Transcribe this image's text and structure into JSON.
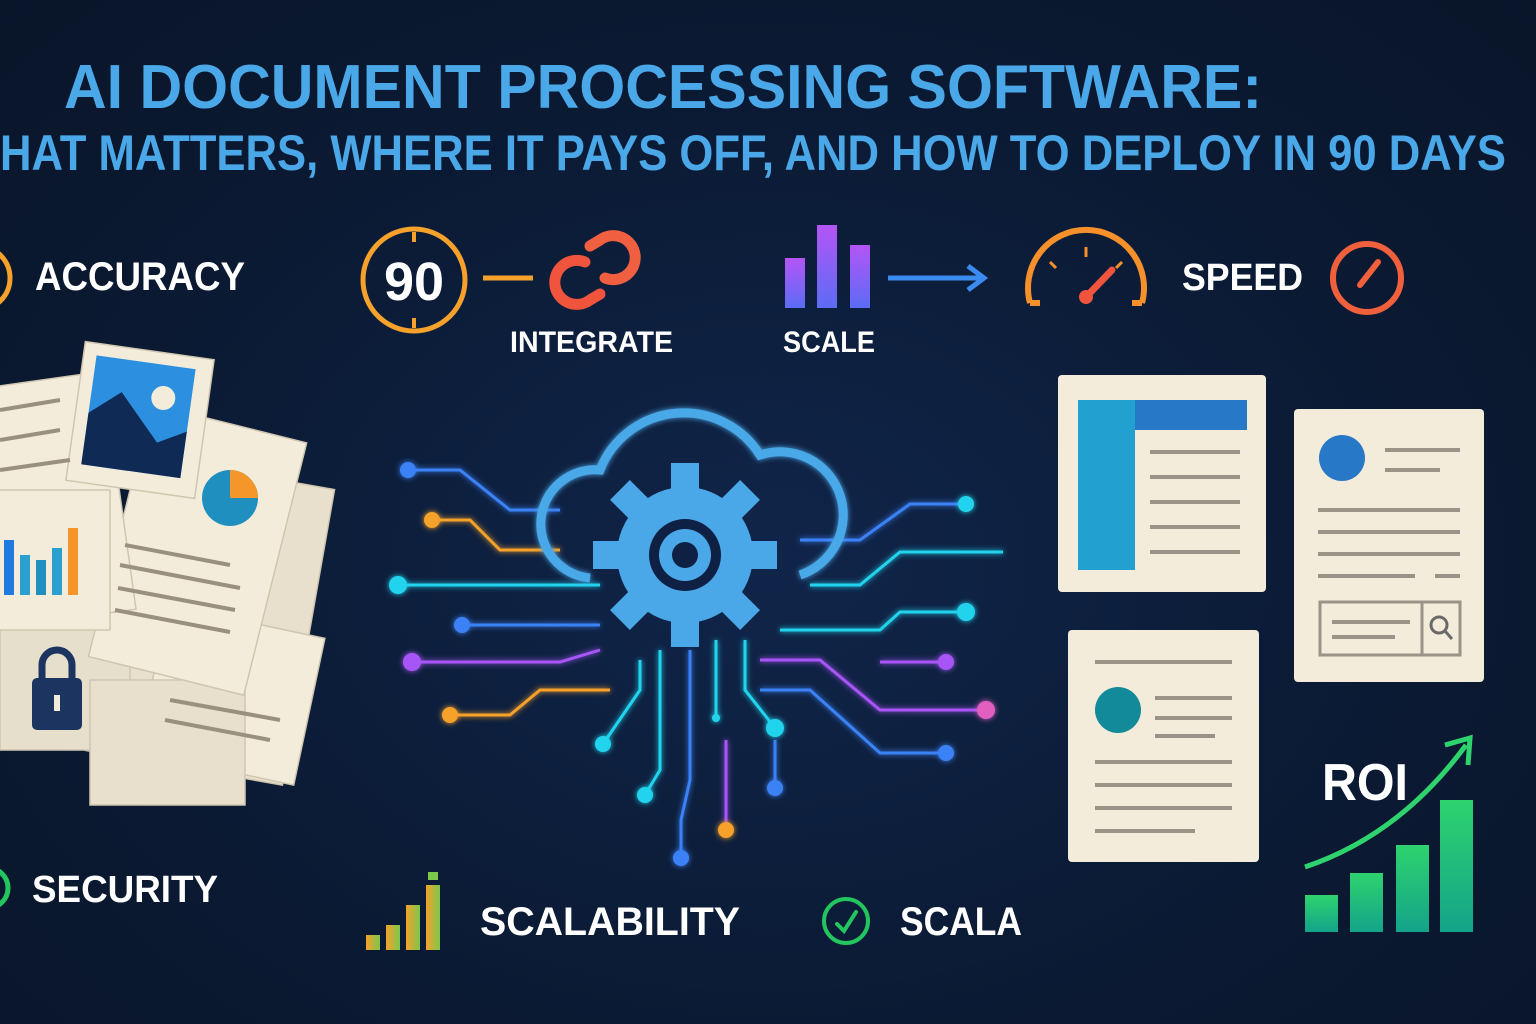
{
  "title": {
    "line1": "AI DOCUMENT PROCESSING SOFTWARE:",
    "line2": "HAT MATTERS, WHERE IT PAYS OFF, AND HOW TO DEPLOY IN 90 DAYS"
  },
  "top_row": {
    "accuracy": "ACCURACY",
    "days_badge": "90",
    "integrate": "INTEGRATE",
    "scale": "SCALE",
    "speed": "SPEED"
  },
  "bottom_row": {
    "security": "SECURITY",
    "scalability": "SCALABILITY",
    "scala": "SCALA"
  },
  "roi": {
    "label": "ROI"
  },
  "colors": {
    "background": "#0b1a33",
    "title": "#4aa8e8",
    "orange": "#f5a12b",
    "red": "#f0543c",
    "purple": "#a855f7",
    "blue": "#3b82f6",
    "cyan": "#22d3ee",
    "green": "#22c55e",
    "paper": "#f3ecda"
  },
  "icons": [
    "stopwatch-icon",
    "chain-link-icon",
    "bar-chart-icon",
    "arrow-right-icon",
    "speedometer-icon",
    "cloud-gear-icon",
    "lock-icon",
    "search-icon",
    "check-circle-icon",
    "growth-chart-icon"
  ]
}
